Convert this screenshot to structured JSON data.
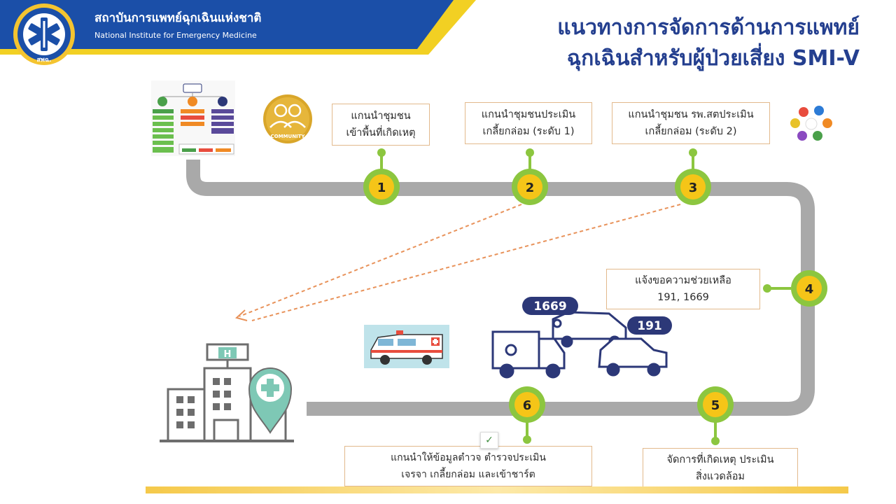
{
  "header": {
    "org_name_th": "สถาบันการแพทย์ฉุกเฉินแห่งชาติ",
    "org_name_en": "National Institute for Emergency Medicine",
    "logo_text": "สพฉ.",
    "title_line1": "แนวทางการจัดการด้านการแพทย์",
    "title_line2": "ฉุกเฉินสำหรับผู้ป่วยเสี่ยง SMI-V"
  },
  "community_label": "COMMUNITY",
  "steps": [
    {
      "num": "1",
      "lines": [
        "แกนนำชุมชน",
        "เข้าพื้นที่เกิดเหตุ"
      ]
    },
    {
      "num": "2",
      "lines": [
        "แกนนำชุมชนประเมิน",
        "เกลี้ยกล่อม (ระดับ 1)"
      ]
    },
    {
      "num": "3",
      "lines": [
        "แกนนำชุมชน รพ.สตประเมิน",
        "เกลี้ยกล่อม (ระดับ 2)"
      ]
    },
    {
      "num": "4",
      "lines": [
        "แจ้งขอความช่วยเหลือ",
        "191, 1669"
      ]
    },
    {
      "num": "5",
      "lines": [
        "จัดการที่เกิดเหตุ ประเมิน",
        "สิ่งแวดล้อม"
      ]
    },
    {
      "num": "6",
      "lines": [
        "แกนนำให้ข้อมูลตำวจ ตำรวจประเมิน",
        "เจรจา เกลี้ยกล่อม และเข้าชาร์ต"
      ]
    }
  ],
  "badges": {
    "ems": "1669",
    "police": "191"
  },
  "colors": {
    "header_blue": "#1b4fa8",
    "header_yellow": "#f2d023",
    "title_blue": "#243f8f",
    "track_gray": "#a9a9a9",
    "node_green": "#8cc63f",
    "node_yellow": "#f5c518",
    "box_border": "#e2b98c",
    "dashed_orange": "#e8925a",
    "badge_navy": "#2c3878"
  }
}
